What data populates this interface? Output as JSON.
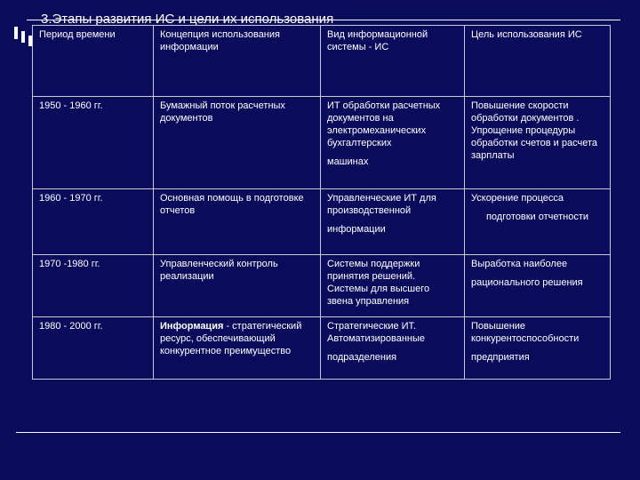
{
  "slide": {
    "title": "3.Этапы развития ИС и цели их использования"
  },
  "table": {
    "headers": [
      "Период времени",
      "Концепция использования информации",
      "Вид информационной системы - ИС",
      "Цель использования ИС"
    ],
    "rows": [
      {
        "period": "1950 - 1960 гг.",
        "concept": "Бумажный поток расчетных документов",
        "concept_bold": "",
        "system": "ИТ обработки расчетных документов на электромеханических бухгалтерских",
        "system_extra": "машинах",
        "goal": "Повышение скорости обработки документов . Упрощение процедуры обработки счетов и расчета зарплаты",
        "goal_extra": ""
      },
      {
        "period": "1960 - 1970 гг.",
        "concept": "Основная помощь в подготовке отчетов",
        "concept_bold": "",
        "system": "Управленческие ИТ для производственной",
        "system_extra": "информации",
        "goal": "Ускорение процесса",
        "goal_extra": "подготовки отчетности"
      },
      {
        "period": "1970 -1980 гг.",
        "concept": "Управленческий контроль реализации",
        "concept_bold": "",
        "system": "Системы поддержки принятия решений. Системы для высшего звена управления",
        "system_extra": "",
        "goal": "Выработка наиболее",
        "goal_extra": "рационального решения"
      },
      {
        "period": "1980 - 2000 гг.",
        "concept": " - стратегический ресурс, обеспечивающий конкурентное преимущество",
        "concept_bold": "Информация",
        "system": "Стратегические ИТ. Автоматизированные",
        "system_extra": "подразделения",
        "goal": "Повышение конкурентоспособности",
        "goal_extra": "предприятия"
      }
    ]
  }
}
